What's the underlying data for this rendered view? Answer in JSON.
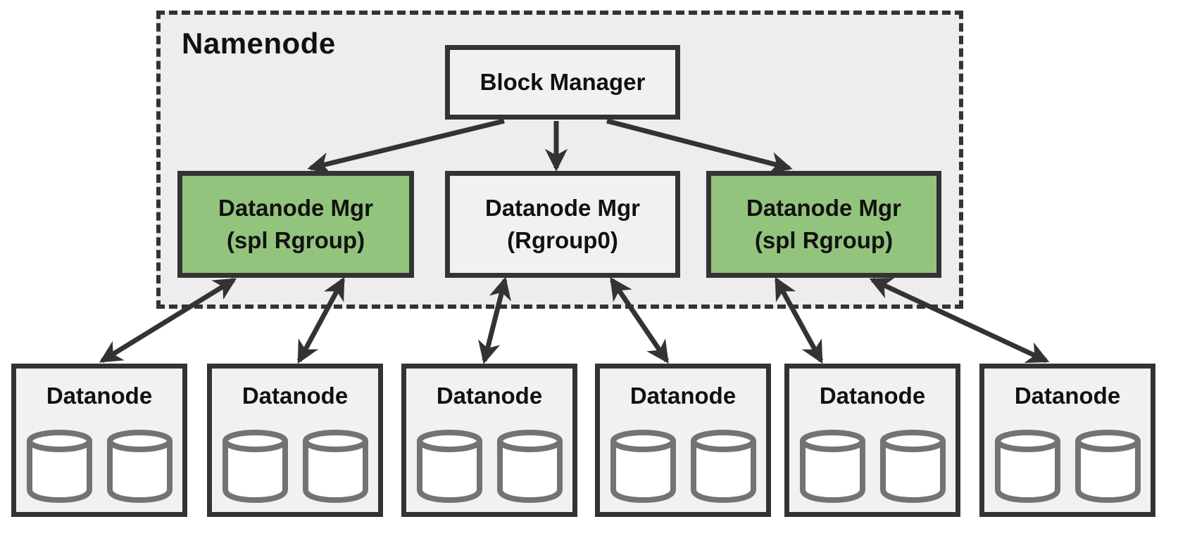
{
  "colors": {
    "page_bg": "#ffffff",
    "panel_fill": "#ededed",
    "box_fill": "#f1f1f1",
    "green_fill": "#93c47d",
    "line": "#333333",
    "cylinder_stroke": "#737373",
    "text": "#111111"
  },
  "namenode": {
    "label": "Namenode"
  },
  "block_manager": {
    "label": "Block Manager"
  },
  "datanode_managers": [
    {
      "line1": "Datanode Mgr",
      "line2": "(spl Rgroup)"
    },
    {
      "line1": "Datanode Mgr",
      "line2": "(Rgroup0)"
    },
    {
      "line1": "Datanode Mgr",
      "line2": "(spl Rgroup)"
    }
  ],
  "datanodes": [
    {
      "label": "Datanode"
    },
    {
      "label": "Datanode"
    },
    {
      "label": "Datanode"
    },
    {
      "label": "Datanode"
    },
    {
      "label": "Datanode"
    },
    {
      "label": "Datanode"
    }
  ]
}
